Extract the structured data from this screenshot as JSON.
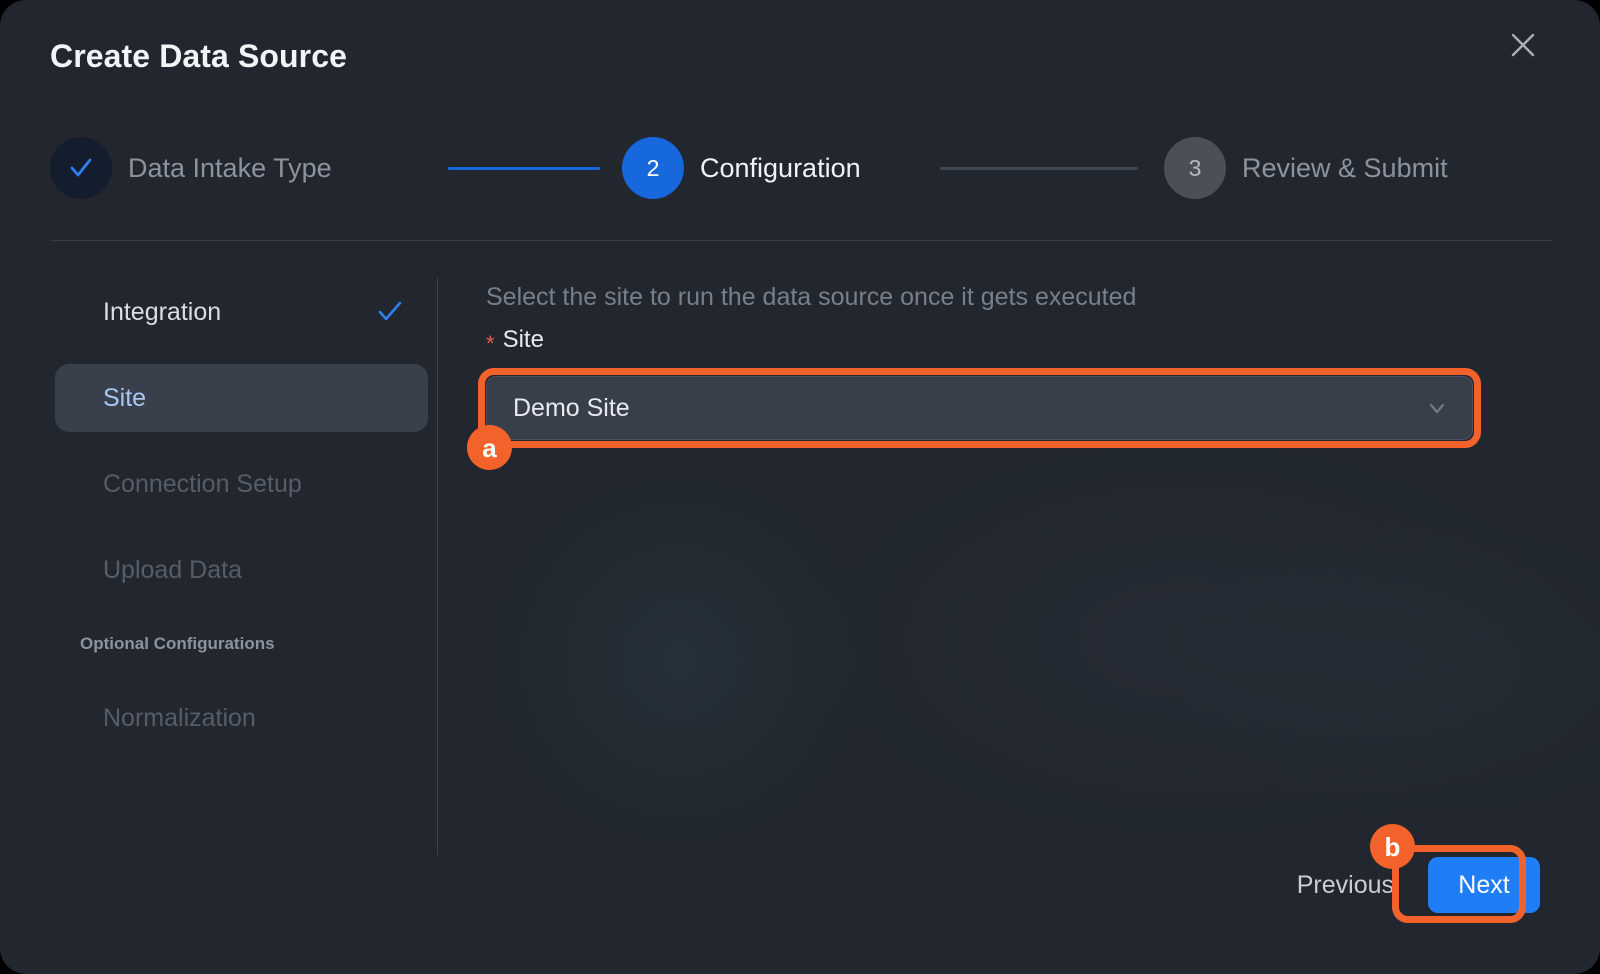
{
  "modal": {
    "title": "Create Data Source",
    "close_icon": "close-icon"
  },
  "stepper": {
    "steps": [
      {
        "number": "1",
        "marker": "✓",
        "label": "Data Intake Type",
        "state": "done"
      },
      {
        "number": "2",
        "marker": "2",
        "label": "Configuration",
        "state": "active"
      },
      {
        "number": "3",
        "marker": "3",
        "label": "Review & Submit",
        "state": "idle"
      }
    ]
  },
  "sidebar": {
    "items": [
      {
        "label": "Integration",
        "state": "completed",
        "check": "✓"
      },
      {
        "label": "Site",
        "state": "current"
      },
      {
        "label": "Connection Setup",
        "state": "disabled"
      },
      {
        "label": "Upload Data",
        "state": "disabled"
      }
    ],
    "section_title": "Optional Configurations",
    "optional_items": [
      {
        "label": "Normalization",
        "state": "disabled"
      }
    ]
  },
  "pane": {
    "description": "Select the site to run the data source once it gets executed",
    "field_label": "Site",
    "required_marker": "*",
    "select": {
      "value": "Demo Site",
      "caret_icon": "chevron-down-icon"
    }
  },
  "footer": {
    "previous_label": "Previous",
    "next_label": "Next"
  },
  "annotations": {
    "a": "a",
    "b": "b",
    "color": "#f2622a"
  },
  "colors": {
    "accent_blue": "#1668dc",
    "next_blue": "#1f7ef5",
    "highlight_orange": "#f2622a",
    "modal_bg": "#22272f",
    "required_red": "#e8584d"
  }
}
